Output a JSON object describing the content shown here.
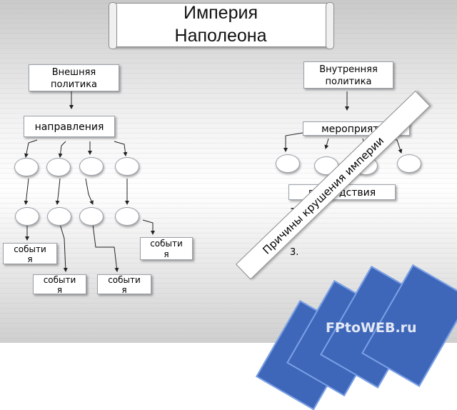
{
  "title": {
    "line1": "Империя",
    "line2": "Наполеона"
  },
  "left": {
    "heading": {
      "line1": "Внешняя",
      "line2": "политика"
    },
    "directions": "направления",
    "events": [
      {
        "line1": "событи",
        "line2": "я"
      },
      {
        "line1": "событи",
        "line2": "я"
      },
      {
        "line1": "событи",
        "line2": "я"
      },
      {
        "line1": "событи",
        "line2": "я"
      }
    ]
  },
  "right": {
    "heading": {
      "line1": "Внутренняя",
      "line2": "политика"
    },
    "measures": "мероприятия",
    "consequences": "последствия",
    "numbers": [
      "1.",
      "2",
      "3."
    ]
  },
  "banner": "Причины крушения империи",
  "watermark": "FPtoWEB.ru",
  "colors": {
    "slab_fill": "#3f67b9",
    "slab_border": "#7aa0e6",
    "box_border": "#9aa0a8"
  }
}
